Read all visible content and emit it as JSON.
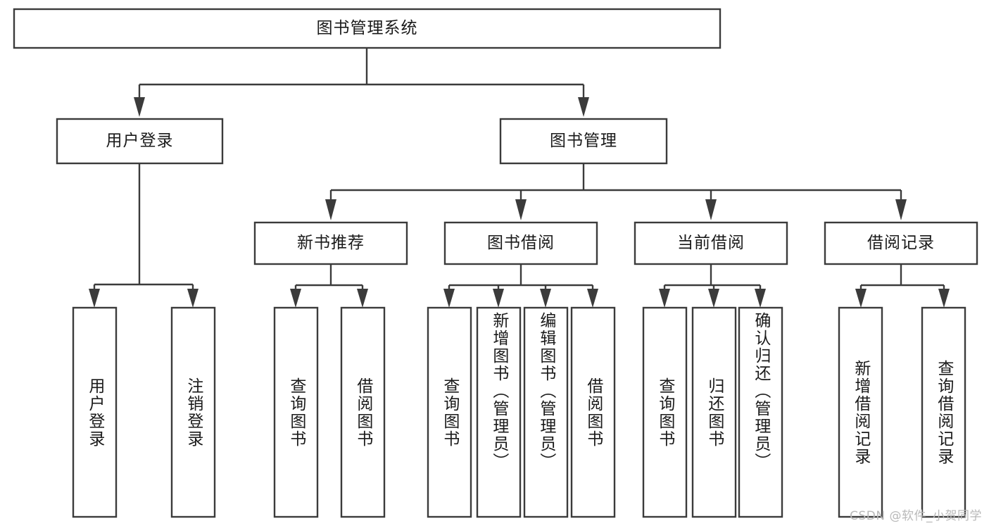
{
  "diagram": {
    "type": "tree-hierarchy",
    "title": "图书管理系统",
    "watermark": "CSDN @软件_小贺同学",
    "colors": {
      "stroke": "#3b3b3b",
      "fill": "#ffffff",
      "text": "#1a1a1a",
      "watermark": "#b9b9b9"
    },
    "nodes": {
      "root": {
        "label": "图书管理系统",
        "level": 1,
        "orientation": "horizontal"
      },
      "l2": [
        {
          "id": "user-login",
          "label": "用户登录",
          "level": 2,
          "orientation": "horizontal"
        },
        {
          "id": "book-manage",
          "label": "图书管理",
          "level": 2,
          "orientation": "horizontal"
        }
      ],
      "l3": [
        {
          "id": "new-book-recommend",
          "label": "新书推荐",
          "level": 3,
          "orientation": "horizontal"
        },
        {
          "id": "book-borrow",
          "label": "图书借阅",
          "level": 3,
          "orientation": "horizontal"
        },
        {
          "id": "current-borrow",
          "label": "当前借阅",
          "level": 3,
          "orientation": "horizontal"
        },
        {
          "id": "borrow-record",
          "label": "借阅记录",
          "level": 3,
          "orientation": "horizontal"
        }
      ],
      "leaves": [
        {
          "id": "leaf-user-login",
          "label": "用户登录",
          "parent": "user-login",
          "orientation": "vertical"
        },
        {
          "id": "leaf-logout-login",
          "label": "注销登录",
          "parent": "user-login",
          "orientation": "vertical"
        },
        {
          "id": "leaf-query-book-1",
          "label": "查询图书",
          "parent": "new-book-recommend",
          "orientation": "vertical"
        },
        {
          "id": "leaf-borrow-book-1",
          "label": "借阅图书",
          "parent": "new-book-recommend",
          "orientation": "vertical"
        },
        {
          "id": "leaf-query-book-2",
          "label": "查询图书",
          "parent": "book-borrow",
          "orientation": "vertical"
        },
        {
          "id": "leaf-add-book",
          "label": "新增图书（管理员）",
          "parent": "book-borrow",
          "orientation": "vertical"
        },
        {
          "id": "leaf-edit-book",
          "label": "编辑图书（管理员）",
          "parent": "book-borrow",
          "orientation": "vertical"
        },
        {
          "id": "leaf-borrow-book-2",
          "label": "借阅图书",
          "parent": "book-borrow",
          "orientation": "vertical"
        },
        {
          "id": "leaf-query-book-3",
          "label": "查询图书",
          "parent": "current-borrow",
          "orientation": "vertical"
        },
        {
          "id": "leaf-return-book",
          "label": "归还图书",
          "parent": "current-borrow",
          "orientation": "vertical"
        },
        {
          "id": "leaf-confirm-return",
          "label": "确认归还（管理员）",
          "parent": "current-borrow",
          "orientation": "vertical"
        },
        {
          "id": "leaf-add-record",
          "label": "新增借阅记录",
          "parent": "borrow-record",
          "orientation": "vertical"
        },
        {
          "id": "leaf-query-record",
          "label": "查询借阅记录",
          "parent": "borrow-record",
          "orientation": "vertical"
        }
      ]
    }
  }
}
